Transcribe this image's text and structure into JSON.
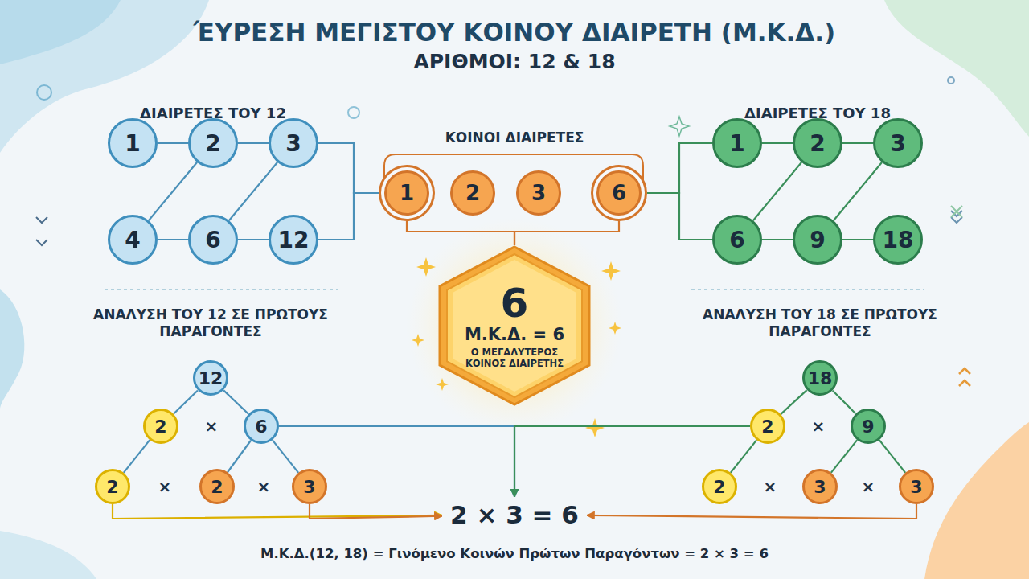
{
  "diagram": {
    "title": "ΈΥΡΕΣΗ ΜΕΓΙΣΤΟΥ ΚΟΙΝΟΥ ΔΙΑΙΡΕΤΗ (Μ.Κ.Δ.)",
    "caption": "Μ.Κ.Δ.(12, 18) = Γινόμενο Κοινών Πρώτων Παραγόντων = 2 × 3 = 6",
    "nodes": [
      {
        "text": [
          "1"
        ]
      },
      {
        "text": [
          "2"
        ]
      },
      {
        "text": [
          "3"
        ]
      },
      {
        "text": [
          "1"
        ]
      },
      {
        "text": [
          "2"
        ]
      },
      {
        "text": [
          "3"
        ]
      },
      {
        "text": [
          "6"
        ]
      },
      {
        "text": [
          "1"
        ]
      },
      {
        "text": [
          "2"
        ]
      },
      {
        "text": [
          "3"
        ]
      },
      {
        "text": [
          "4"
        ]
      },
      {
        "text": [
          "6"
        ]
      },
      {
        "text": [
          "12"
        ]
      },
      {
        "text": [
          "6"
        ]
      },
      {
        "text": [
          "9"
        ]
      },
      {
        "text": [
          "18"
        ]
      },
      {
        "text": [
          "6",
          "Μ.Κ.Δ. = 6",
          "Ο ΜΕΓΑΛΥΤΕΡΟΣ ΚΟΙΝΟΣ ΔΙΑΙΡΕΤΗΣ"
        ]
      },
      {
        "text": [
          "12"
        ]
      },
      {
        "text": [
          "18"
        ]
      },
      {
        "text": [
          "2"
        ]
      },
      {
        "text": [
          "6"
        ]
      },
      {
        "text": [
          "2"
        ]
      },
      {
        "text": [
          "9"
        ]
      },
      {
        "text": [
          "2"
        ]
      },
      {
        "text": [
          "2"
        ]
      },
      {
        "text": [
          "3"
        ]
      },
      {
        "text": [
          "2"
        ]
      },
      {
        "text": [
          "3"
        ]
      },
      {
        "text": [
          "3"
        ]
      },
      {
        "text": [
          "2 × 3 = 6"
        ]
      }
    ],
    "edges": [
      {
        "from": 0,
        "to": 1,
        "arrow": "none"
      },
      {
        "from": 1,
        "to": 2,
        "arrow": "none"
      },
      {
        "from": 10,
        "to": 11,
        "arrow": "none"
      },
      {
        "from": 11,
        "to": 12,
        "arrow": "none"
      },
      {
        "from": 10,
        "to": 1,
        "arrow": "none"
      },
      {
        "from": 11,
        "to": 2,
        "arrow": "none"
      },
      {
        "from": 7,
        "to": 8,
        "arrow": "none"
      },
      {
        "from": 8,
        "to": 9,
        "arrow": "none"
      },
      {
        "from": 13,
        "to": 14,
        "arrow": "none"
      },
      {
        "from": 14,
        "to": 15,
        "arrow": "none"
      },
      {
        "from": 13,
        "to": 8,
        "arrow": "none"
      },
      {
        "from": 14,
        "to": 9,
        "arrow": "none"
      },
      {
        "from": 2,
        "to": 3,
        "arrow": "none"
      },
      {
        "from": 12,
        "to": 3,
        "arrow": "none"
      },
      {
        "from": 6,
        "to": 7,
        "arrow": "none"
      },
      {
        "from": 6,
        "to": 13,
        "arrow": "none"
      },
      {
        "from": 3,
        "to": 16,
        "arrow": "none"
      },
      {
        "from": 6,
        "to": 16,
        "arrow": "none"
      },
      {
        "from": 17,
        "to": 19,
        "arrow": "none"
      },
      {
        "from": 17,
        "to": 20,
        "arrow": "none"
      },
      {
        "from": 19,
        "to": 23,
        "arrow": "none"
      },
      {
        "from": 20,
        "to": 24,
        "arrow": "none"
      },
      {
        "from": 20,
        "to": 25,
        "arrow": "none"
      },
      {
        "from": 18,
        "to": 21,
        "arrow": "none"
      },
      {
        "from": 18,
        "to": 22,
        "arrow": "none"
      },
      {
        "from": 21,
        "to": 26,
        "arrow": "none"
      },
      {
        "from": 22,
        "to": 27,
        "arrow": "none"
      },
      {
        "from": 22,
        "to": 28,
        "arrow": "none"
      },
      {
        "from": 23,
        "to": 29,
        "arrow": "to"
      },
      {
        "from": 25,
        "to": 29,
        "arrow": "to"
      },
      {
        "from": 20,
        "to": 29,
        "arrow": "to"
      },
      {
        "from": 21,
        "to": 29,
        "arrow": "to"
      },
      {
        "from": 28,
        "to": 29,
        "arrow": "to"
      }
    ],
    "labels": [
      "ΑΡΙΘΜΟΙ: 12 & 18",
      "ΔΙΑΙΡΕΤΕΣ ΤΟΥ 12",
      "ΚΟΙΝΟΙ ΔΙΑΙΡΕΤΕΣ",
      "ΔΙΑΙΡΕΤΕΣ ΤΟΥ 18",
      "ΑΝΑΛΥΣΗ ΤΟΥ 12 ΣΕ ΠΡΩΤΟΥΣ ΠΑΡΑΓΟΝΤΕΣ",
      "ΑΝΑΛΥΣΗ ΤΟΥ 18 ΣΕ ΠΡΩΤΟΥΣ ΠΑΡΑΓΟΝΤΕΣ",
      "×",
      "×",
      "×",
      "×",
      "×",
      "×"
    ]
  }
}
